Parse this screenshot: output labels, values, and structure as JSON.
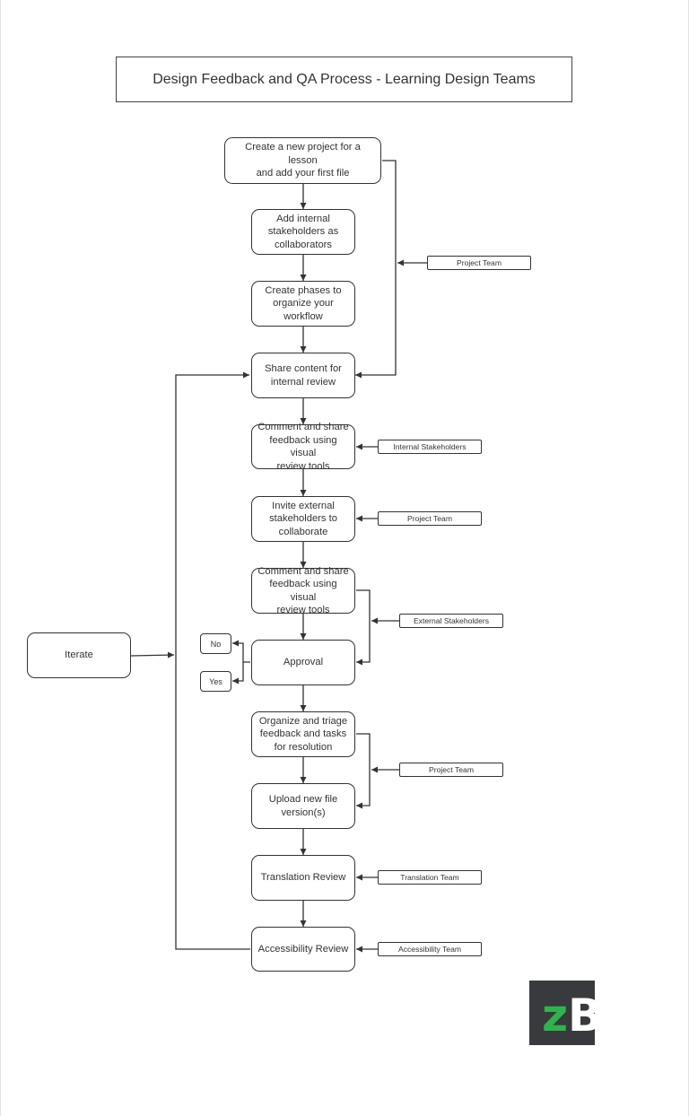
{
  "title": "Design Feedback and QA Process - Learning Design Teams",
  "nodes": {
    "create_project": [
      "Create a new project for a lesson",
      "and add your first file"
    ],
    "add_stakeholders": [
      "Add internal",
      "stakeholders as",
      "collaborators"
    ],
    "create_phases": [
      "Create phases to",
      "organize your",
      "workflow"
    ],
    "share_content": [
      "Share content for",
      "internal review"
    ],
    "comment_internal": [
      "Comment and share",
      "feedback using visual",
      "review tools"
    ],
    "invite_external": [
      "Invite external",
      "stakeholders to",
      "collaborate"
    ],
    "comment_external": [
      "Comment and share",
      "feedback using visual",
      "review tools"
    ],
    "approval": [
      "Approval"
    ],
    "organize_triage": [
      "Organize and triage",
      "feedback and tasks",
      "for resolution"
    ],
    "upload_version": [
      "Upload new file",
      "version(s)"
    ],
    "translation_review": [
      "Translation Review"
    ],
    "accessibility_review": [
      "Accessibility Review"
    ],
    "iterate": [
      "Iterate"
    ],
    "no": [
      "No"
    ],
    "yes": [
      "Yes"
    ]
  },
  "tags": {
    "project_team_1": "Project Team",
    "internal_stakeholders": "Internal Stakeholders",
    "project_team_2": "Project Team",
    "external_stakeholders": "External Stakeholders",
    "project_team_3": "Project Team",
    "translation_team": "Translation Team",
    "accessibility_team": "Accessibility Team"
  },
  "logo": {
    "letter_1": "z",
    "letter_2": "B",
    "color_1": "#2fb34e",
    "color_2": "#ffffff",
    "background": "#383a3d"
  }
}
